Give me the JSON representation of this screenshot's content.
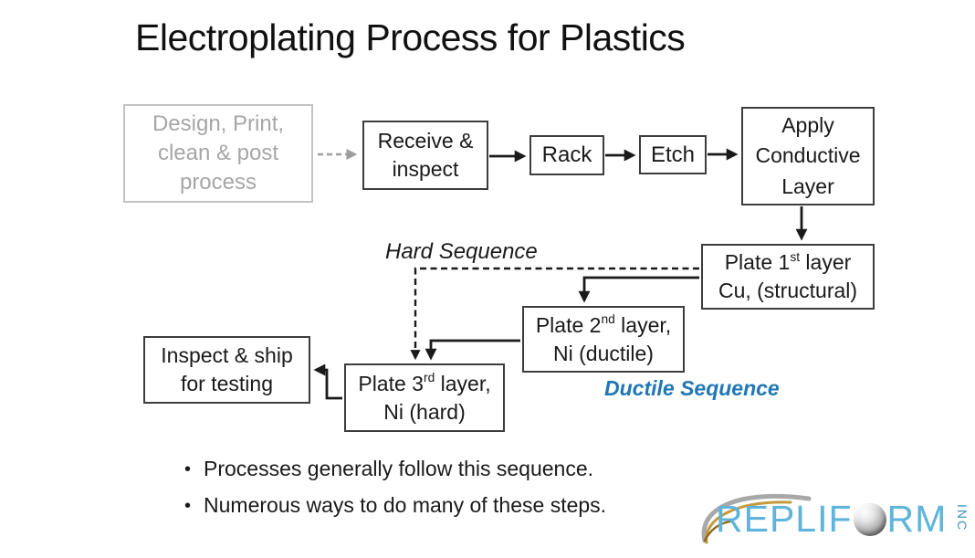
{
  "title": "Electroplating Process for Plastics",
  "colors": {
    "accent_blue": "#2077b4",
    "muted_gray": "#a6a6a6",
    "logo_blue": "#5fb4dc",
    "line_black": "#1a1a1a"
  },
  "flowchart": {
    "design_box": {
      "line1": "Design, Print,",
      "line2": "clean & post",
      "line3": "process"
    },
    "receive_box": {
      "line1": "Receive &",
      "line2": "inspect"
    },
    "rack_box": {
      "label": "Rack"
    },
    "etch_box": {
      "label": "Etch"
    },
    "apply_box": {
      "line1": "Apply",
      "line2": "Conductive",
      "line3": "Layer"
    },
    "plate1_box": {
      "line1_pre": "Plate 1",
      "line1_sup": "st",
      "line1_post": " layer",
      "line2": "Cu, (structural)"
    },
    "plate2_box": {
      "line1_pre": "Plate 2",
      "line1_sup": "nd",
      "line1_post": " layer,",
      "line2": "Ni (ductile)"
    },
    "plate3_box": {
      "line1_pre": "Plate 3",
      "line1_sup": "rd",
      "line1_post": " layer,",
      "line2": "Ni (hard)"
    },
    "inspect_box": {
      "line1": "Inspect & ship",
      "line2": "for testing"
    },
    "hard_sequence_label": "Hard Sequence",
    "ductile_sequence_label": "Ductile Sequence"
  },
  "bullets": [
    "Processes generally follow this sequence.",
    "Numerous ways to do many of these steps."
  ],
  "logo": {
    "name_pre": "REPLIF",
    "name_post": "RM",
    "suffix": "INC"
  }
}
